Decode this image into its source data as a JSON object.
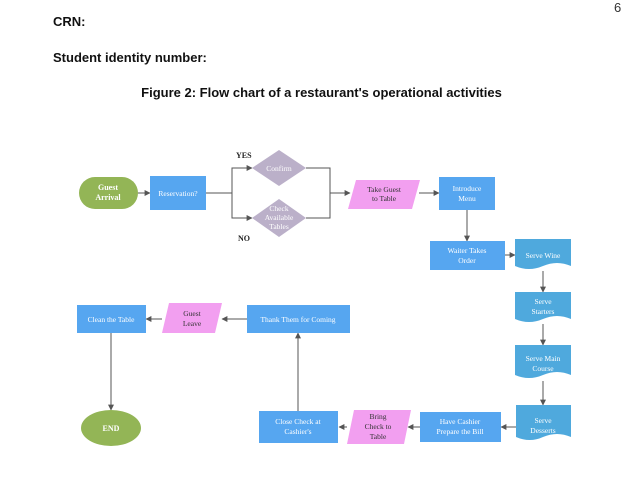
{
  "page_number": "6",
  "header": {
    "crn_label": "CRN:",
    "student_label": "Student identity number:",
    "figure_title": "Figure 2: Flow chart of a restaurant's operational activities"
  },
  "colors": {
    "terminator": "#93b556",
    "process": "#56a6f0",
    "decision": "#bbb0c9",
    "data": "#f29ff0",
    "document": "#4fa9dd",
    "connector": "#555555"
  },
  "flowchart": {
    "nodes": {
      "guest_arrival": [
        "Guest",
        "Arrival"
      ],
      "reservation": [
        "Reservation?"
      ],
      "confirm": [
        "Confirm"
      ],
      "check_tables": [
        "Check",
        "Available",
        "Tables"
      ],
      "take_guest": [
        "Take Guest",
        "to Table"
      ],
      "introduce_menu": [
        "Introduce",
        "Menu"
      ],
      "waiter_takes_order": [
        "Waiter Takes",
        "Order"
      ],
      "serve_wine": [
        "Serve Wine"
      ],
      "serve_starters": [
        "Serve",
        "Starters"
      ],
      "serve_main": [
        "Serve Main",
        "Course"
      ],
      "serve_desserts": [
        "Serve",
        "Desserts"
      ],
      "have_cashier": [
        "Have Cashier",
        "Prepare the Bill"
      ],
      "bring_check": [
        "Bring",
        "Check to",
        "Table"
      ],
      "close_check": [
        "Close Check at",
        "Cashier's"
      ],
      "thank_them": [
        "Thank Them for Coming"
      ],
      "guest_leave": [
        "Guest",
        "Leave"
      ],
      "clean_table": [
        "Clean the Table"
      ],
      "end": [
        "END"
      ]
    },
    "branch_labels": {
      "yes": "YES",
      "no": "NO"
    }
  }
}
